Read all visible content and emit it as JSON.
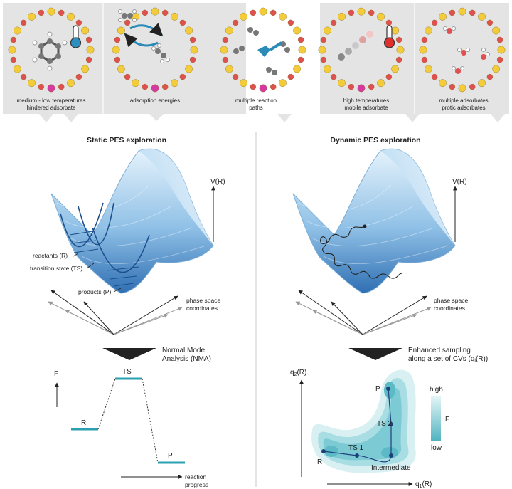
{
  "panels": [
    {
      "caption_line1": "medium - low temperatures",
      "caption_line2": "hindered adsorbate"
    },
    {
      "caption_line1": "adsorption energies",
      "caption_line2": ""
    },
    {
      "caption_line1": "multiple reaction",
      "caption_line2": "paths"
    },
    {
      "caption_line1": "high temperatures",
      "caption_line2": "mobile adsorbate"
    },
    {
      "caption_line1": "multiple adsorbates",
      "caption_line2": "protic adsorbates"
    }
  ],
  "static": {
    "title": "Static PES exploration",
    "potential_label": "V(R)",
    "reactants_label": "reactants (R)",
    "ts_label": "transition state (TS)",
    "products_label": "products (P)",
    "coords_line1": "phase space",
    "coords_line2": "coordinates",
    "method_line1": "Normal Mode",
    "method_line2": "Analysis (NMA)",
    "f_axis": "F",
    "x_axis_line1": "reaction",
    "x_axis_line2": "progress",
    "level_r": "R",
    "level_ts": "TS",
    "level_p": "P"
  },
  "dynamic": {
    "title": "Dynamic PES exploration",
    "potential_label": "V(R)",
    "coords_line1": "phase space",
    "coords_line2": "coordinates",
    "method_line1": "Enhanced sampling",
    "method_line2": "along a set of CVs (q",
    "method_line2_sub": "i",
    "method_line2_end": "(R))",
    "q2_label": "q",
    "q2_sub": "2",
    "q2_end": "(R)",
    "q1_label": "q",
    "q1_sub": "1",
    "q1_end": "(R)",
    "node_r": "R",
    "node_ts1": "TS 1",
    "node_ts2": "TS 2",
    "node_p": "P",
    "node_int": "Intermediate",
    "scale_high": "high",
    "scale_f": "F",
    "scale_low": "low"
  },
  "colors": {
    "panel_bg": "#e4e4e4",
    "ring_red": "#e05050",
    "ring_yellow": "#f2cc3a",
    "ring_pink": "#d63aa0",
    "surface_light": "#dceefa",
    "surface_dark": "#3f83c4",
    "level_line": "#2aa0b0",
    "fes_light": "#d8f0f2",
    "fes_dark": "#5cbac6"
  }
}
